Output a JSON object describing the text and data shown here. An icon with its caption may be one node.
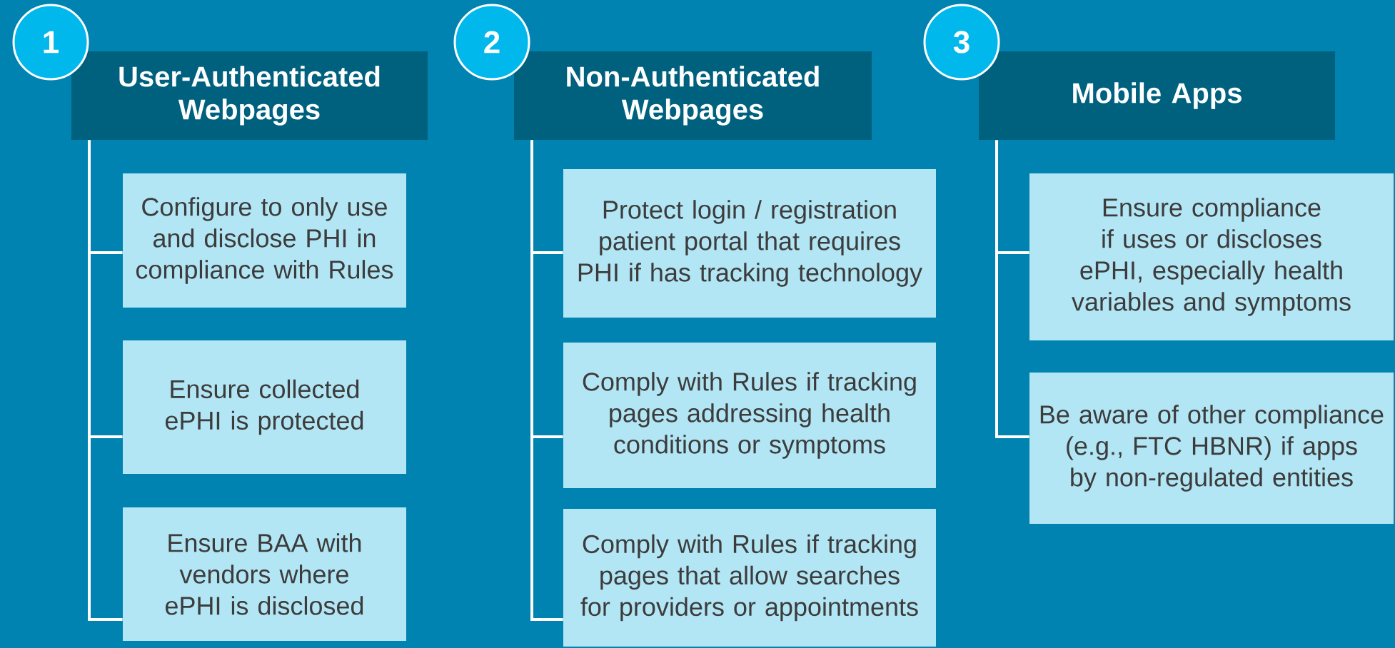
{
  "diagram": {
    "nodes": [
      {
        "text": [
          "1"
        ]
      },
      {
        "text": [
          "User-Authenticated Webpages"
        ]
      },
      {
        "text": [
          "Configure to only use and disclose PHI in compliance with Rules"
        ]
      },
      {
        "text": [
          "Ensure collected ePHI is protected"
        ]
      },
      {
        "text": [
          "Ensure BAA with vendors where ePHI is disclosed"
        ]
      },
      {
        "text": [
          "2"
        ]
      },
      {
        "text": [
          "Non-Authenticated Webpages"
        ]
      },
      {
        "text": [
          "Protect login / registration patient portal that requires PHI if has tracking technology"
        ]
      },
      {
        "text": [
          "Comply with Rules if tracking pages addressing health conditions or symptoms"
        ]
      },
      {
        "text": [
          "Comply with Rules if tracking pages that allow searches for providers or appointments"
        ]
      },
      {
        "text": [
          "3"
        ]
      },
      {
        "text": [
          "Mobile Apps"
        ]
      },
      {
        "text": [
          "Ensure compliance if uses or discloses ePHI, especially health variables and symptoms"
        ]
      },
      {
        "text": [
          "Be aware of other compliance (e.g., FTC HBNR) if apps by non-regulated entities"
        ]
      }
    ],
    "edges": [
      {
        "from": 1,
        "to": 2,
        "arrow": "none"
      },
      {
        "from": 1,
        "to": 3,
        "arrow": "none"
      },
      {
        "from": 1,
        "to": 4,
        "arrow": "none"
      },
      {
        "from": 6,
        "to": 7,
        "arrow": "none"
      },
      {
        "from": 6,
        "to": 8,
        "arrow": "none"
      },
      {
        "from": 6,
        "to": 9,
        "arrow": "none"
      },
      {
        "from": 11,
        "to": 12,
        "arrow": "none"
      },
      {
        "from": 11,
        "to": 13,
        "arrow": "none"
      }
    ]
  }
}
